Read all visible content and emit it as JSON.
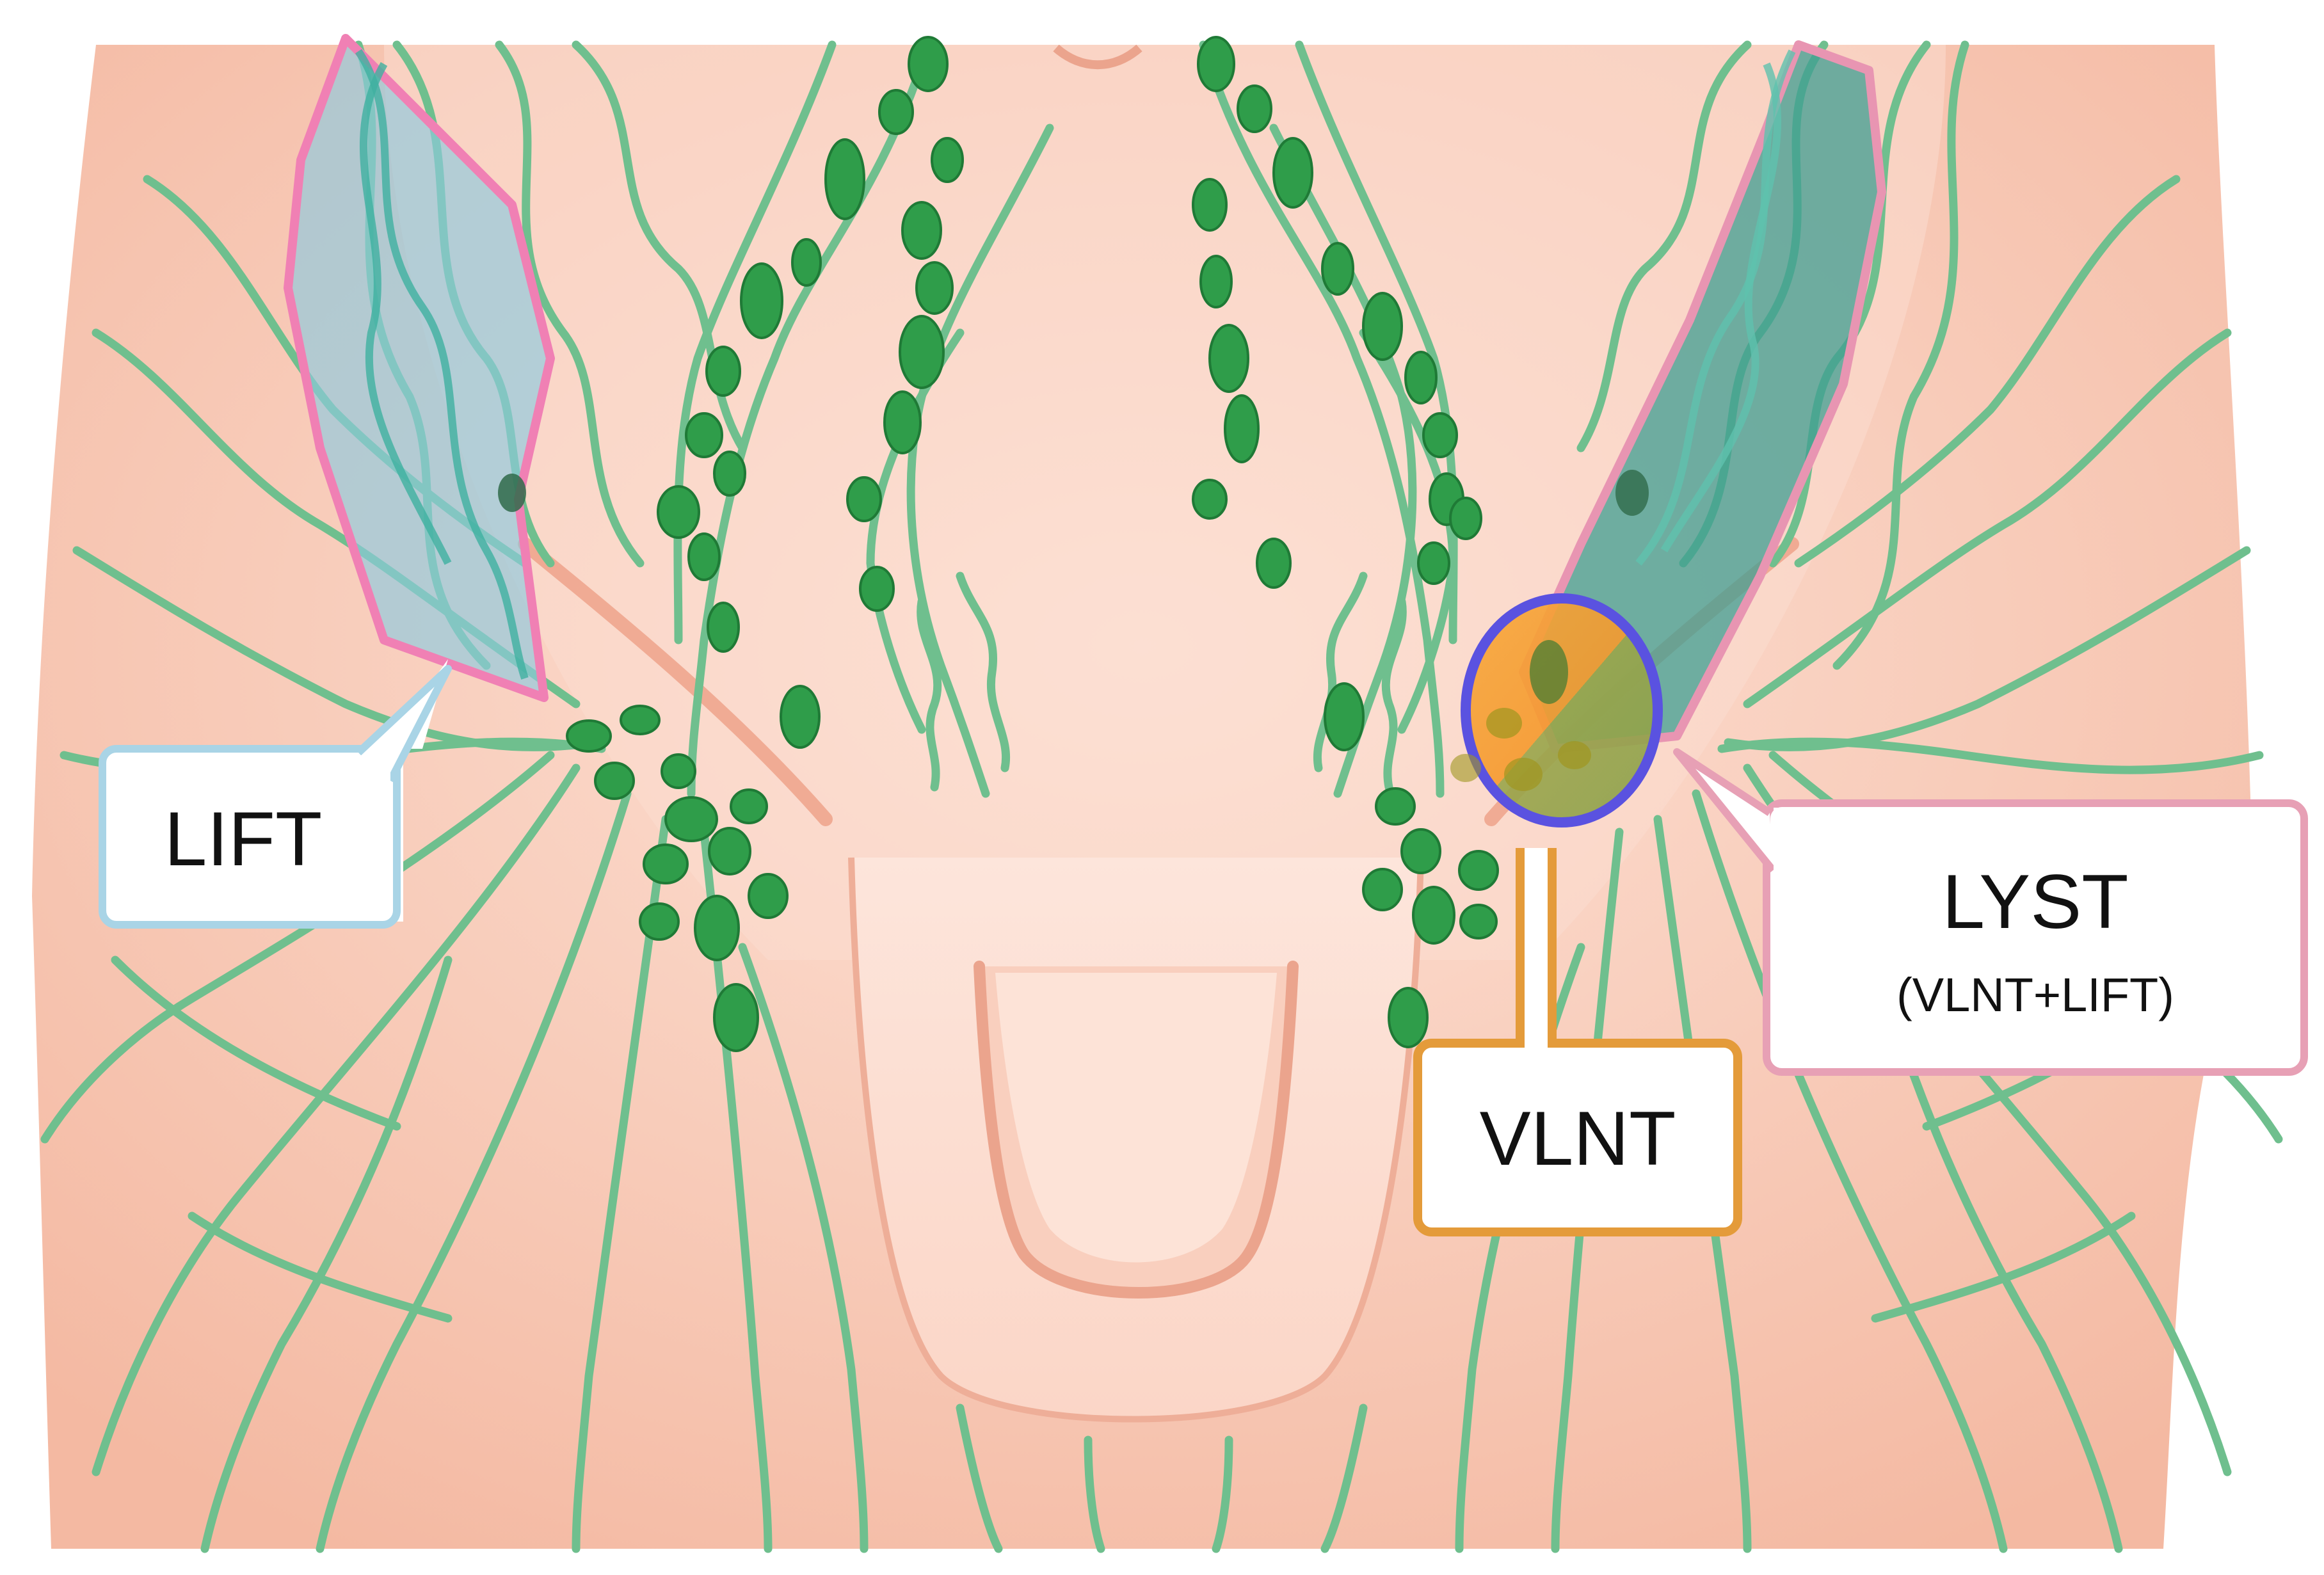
{
  "labels": {
    "lift": {
      "title": "LIFT"
    },
    "lyst": {
      "title": "LYST",
      "subtitle": "(VLNT+LIFT)"
    },
    "vlnt": {
      "title": "VLNT"
    }
  },
  "colors": {
    "background": "#ffffff",
    "skin": "#f6c6b2",
    "skin_light": "#fcdcd0",
    "skin_shadow": "#e9a891",
    "lymph_vessel": "#6fbf8e",
    "lymph_node": "#2f9d4a",
    "lift_fill": "#8ec9df",
    "lift_border": "#f080b4",
    "lift_box_border": "#a9d4e6",
    "lyst_fill": "#3f9e92",
    "lyst_border": "#e895b2",
    "lyst_box_border": "#e7a0b5",
    "vlnt_fill": "#f59a2e",
    "vlnt_ring": "#5a52e0",
    "vlnt_box_border": "#e49b3a"
  },
  "icons": {
    "lift_region": "lymphatic-flap-region",
    "lyst_region": "lymphatic-system-transfer-region",
    "vlnt_region": "vascularized-lymph-node-region"
  }
}
